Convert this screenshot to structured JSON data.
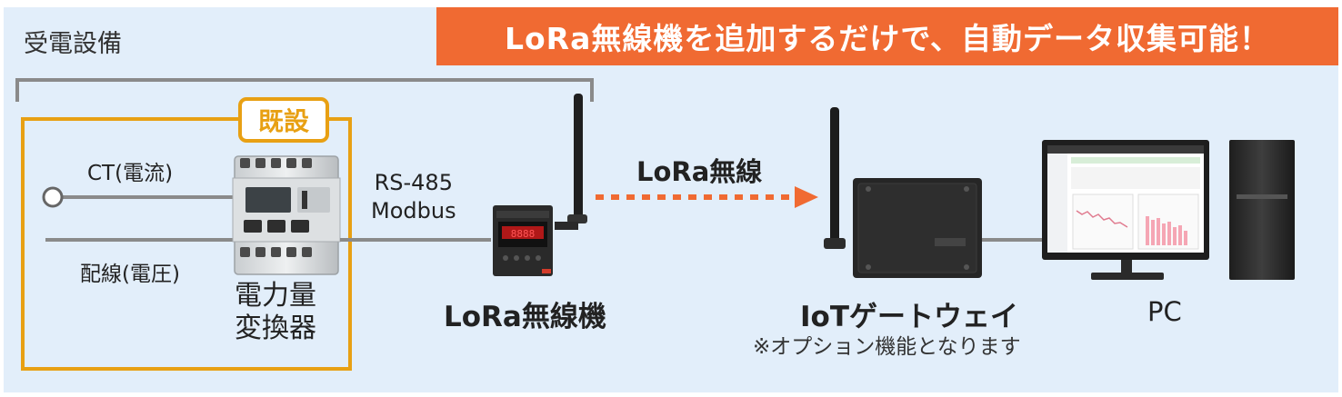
{
  "section_label": "受電設備",
  "banner": {
    "text": "LoRa無線機を追加するだけで、自動データ収集可能！"
  },
  "existing_badge": "既設",
  "ct_label": "CT(電流)",
  "wire_label": "配線(電圧)",
  "meter": {
    "line1": "電力量",
    "line2": "変換器"
  },
  "rs485": {
    "line1": "RS-485",
    "line2": "Modbus"
  },
  "lora_link_label": "LoRa無線",
  "lora_device_label": "LoRa無線機",
  "gateway": {
    "label": "IoTゲートウェイ",
    "note": "※オプション機能となります"
  },
  "pc_label": "PC",
  "colors": {
    "background": "#e2eefa",
    "banner": "#f06a32",
    "existing": "#e8a013",
    "link_arrow": "#f06a32",
    "line": "#8a8a8a"
  }
}
